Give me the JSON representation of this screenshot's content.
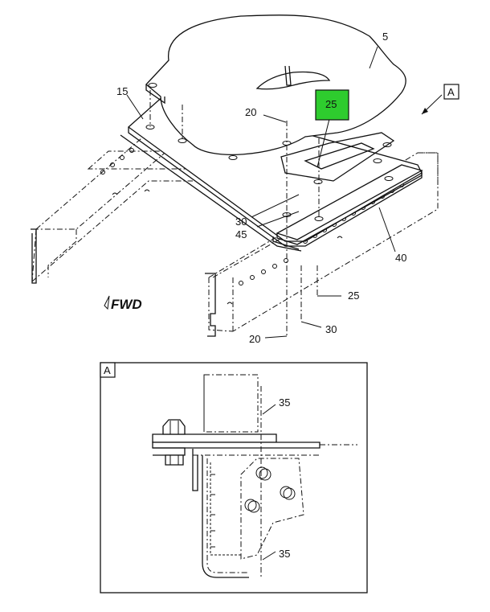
{
  "callouts": {
    "c5": "5",
    "c15": "15",
    "c20_top": "20",
    "c25_hl": "25",
    "c30_mid": "30",
    "c45": "45",
    "c40": "40",
    "c25_low": "25",
    "c20_bot": "20",
    "c30_bot": "30",
    "c35_top": "35",
    "c35_bot": "35"
  },
  "view_ref_top": "A",
  "detail_ref": "A",
  "fwd_label": "FWD",
  "colors": {
    "highlight": "#2ecc2e",
    "line": "#111111"
  }
}
